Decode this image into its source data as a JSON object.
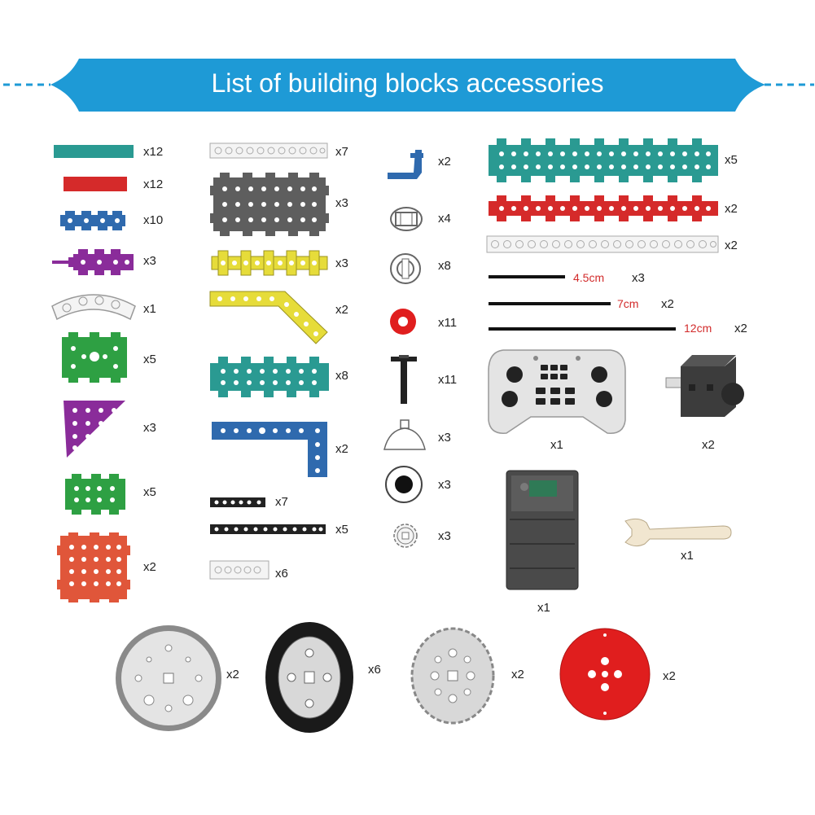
{
  "title": "List of building blocks accessories",
  "colors": {
    "banner": "#1e9ad6",
    "teal": "#2a9a92",
    "red": "#d52a2a",
    "blue": "#2f6aae",
    "purple": "#8a2c9a",
    "green": "#2ea043",
    "orange": "#e0563a",
    "yellow": "#e6dc3a",
    "gray": "#5e5e5e"
  },
  "col1": [
    "x12",
    "x12",
    "x10",
    "x3",
    "x1",
    "x5",
    "x3",
    "x5",
    "x2"
  ],
  "col2": [
    "x7",
    "x3",
    "x3",
    "x2",
    "x8",
    "x2",
    "x7",
    "x5",
    "x6"
  ],
  "col3": [
    "x2",
    "x4",
    "x8",
    "x11",
    "x11",
    "x3",
    "x3",
    "x3"
  ],
  "col4": {
    "beams": [
      "x5",
      "x2",
      "x2"
    ],
    "rods": [
      {
        "length": "4.5cm",
        "qty": "x3"
      },
      {
        "length": "7cm",
        "qty": "x2"
      },
      {
        "length": "12cm",
        "qty": "x2"
      }
    ],
    "controller_qty": "x1",
    "motor_qty": "x2",
    "battery_box_qty": "x1",
    "wrench_qty": "x1"
  },
  "wheels": [
    "x2",
    "x6",
    "x2",
    "x2"
  ]
}
